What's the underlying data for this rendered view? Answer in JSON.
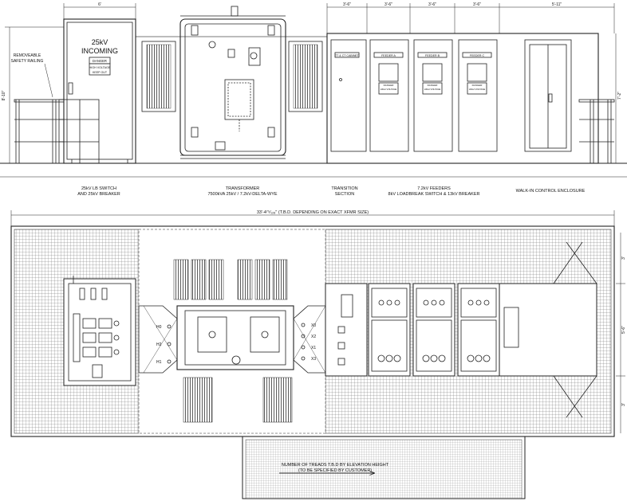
{
  "elevation": {
    "dims": {
      "top_width": "6'",
      "height_left": "8'-10\"",
      "height_right": "7'-2\"",
      "trans_width": "3'-6\"",
      "feeder1_width": "3'-6\"",
      "feeder2_width": "3'-6\"",
      "feeder3_width": "3'-6\"",
      "walkin_width": "5'-11\""
    },
    "incoming_title": "25kV",
    "incoming_subtitle": "INCOMING",
    "danger_label": "DANGER",
    "danger_text_1": "HIGH VOLTAGE",
    "danger_text_2": "KEEP OUT",
    "railing_note_1": "REMOVEABLE",
    "railing_note_2": "SAFETY RAILING",
    "tt_cabinet": "TT & CT CABINET",
    "feeder_tags": [
      "FEEDER A",
      "FEEDER B",
      "FEEDER C"
    ],
    "section_labels": {
      "lb_switch_1": "25kV LB SWITCH",
      "lb_switch_2": "AND 25kV BREAKER",
      "transformer_1": "TRANSFORMER",
      "transformer_2": "7500kVA 25kV / 7.2kV-DELTA-WYE",
      "transition_1": "TRANSITION",
      "transition_2": "SECTION",
      "feeders_1": "7.2kV FEEDERS",
      "feeders_2": "8kV LOADBREAK SWITCH & 13kV BREAKER",
      "walkin": "WALK-IN CONTROL ENCLOSURE"
    }
  },
  "plan": {
    "overall_dim": "33'-4⁷⁵⁄₁₂₈\" (T.B.D. DEPENDING ON EXACT XFMR SIZE)",
    "right_dims": [
      "3'",
      "5'-6\"",
      "3'"
    ],
    "primary_terminals": [
      "H0",
      "H2",
      "H1"
    ],
    "secondary_terminals": [
      "X0",
      "X2",
      "X1",
      "X3"
    ],
    "stairs_note_1": "NUMBER OF TREADS T.B.D BY ELEVATION HEIGHT",
    "stairs_note_2": "(TO BE SPECIFIED BY CUSTOMER)"
  }
}
